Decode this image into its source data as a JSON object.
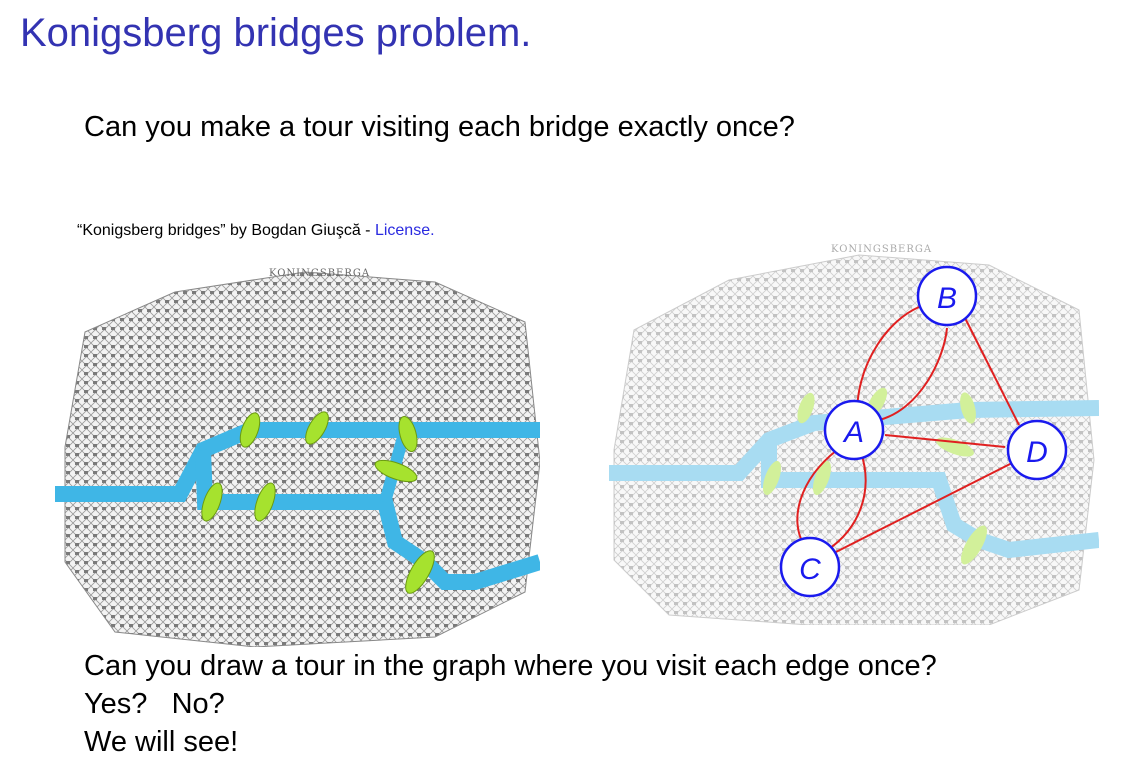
{
  "title": "Konigsberg bridges problem.",
  "question": "Can you make a tour visiting each bridge exactly once?",
  "credit": {
    "text": "“Konigsberg bridges” by Bogdan Giuşcă - ",
    "link": "License."
  },
  "maps": {
    "left_label": "KONINGSBERGA",
    "right_label": "KONINGSBERGA"
  },
  "graph": {
    "nodes": [
      {
        "id": "A",
        "label": "A"
      },
      {
        "id": "B",
        "label": "B"
      },
      {
        "id": "C",
        "label": "C"
      },
      {
        "id": "D",
        "label": "D"
      }
    ],
    "edges": [
      [
        "A",
        "B"
      ],
      [
        "A",
        "B"
      ],
      [
        "A",
        "C"
      ],
      [
        "A",
        "C"
      ],
      [
        "A",
        "D"
      ],
      [
        "B",
        "D"
      ],
      [
        "C",
        "D"
      ]
    ],
    "colors": {
      "node": "#1a1aee",
      "edge": "#e02020",
      "river": "#3fb6e6",
      "bridge": "#a6e22e"
    }
  },
  "bottom_lines": [
    "Can you draw a tour in the graph where you visit each edge once?",
    "Yes?   No?",
    "We will see!"
  ]
}
